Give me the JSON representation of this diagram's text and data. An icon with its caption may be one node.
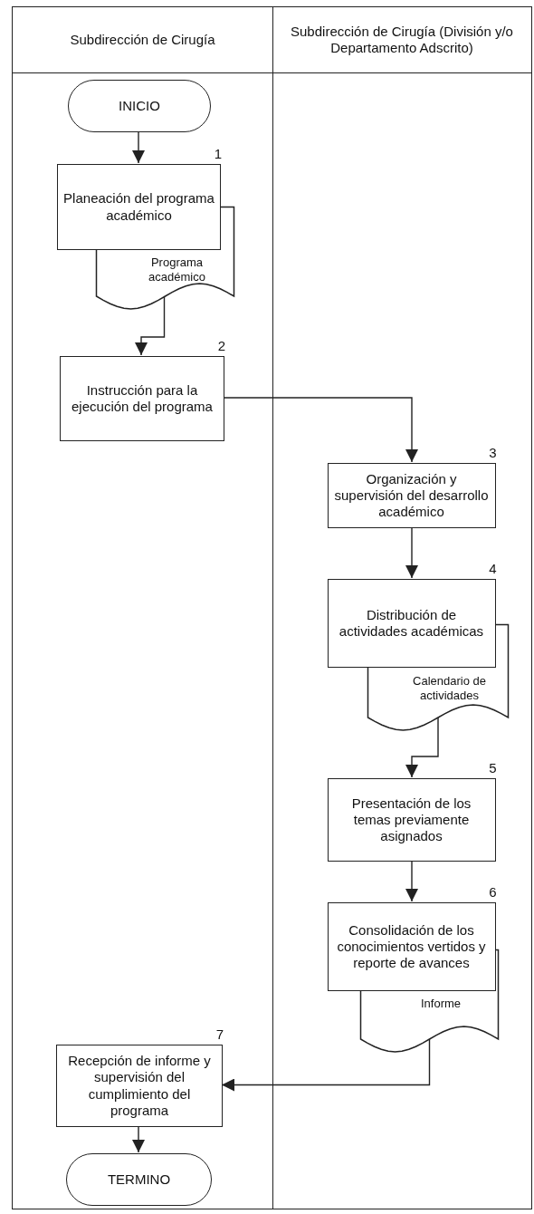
{
  "diagram": {
    "nodes": [
      {
        "text": [
          "Subdirección de Cirugía"
        ]
      },
      {
        "text": [
          "Subdirección de Cirugía (División y/o Departamento Adscrito)"
        ]
      },
      {
        "text": [
          "INICIO"
        ],
        "in": 0
      },
      {
        "text": [
          "Planeación del programa académico"
        ],
        "in": 0,
        "beside": [
          "1"
        ]
      },
      {
        "text": [
          "Programa académico"
        ],
        "in": 0
      },
      {
        "text": [
          "Instrucción para la ejecución del programa"
        ],
        "in": 0,
        "beside": [
          "2"
        ]
      },
      {
        "text": [
          "Organización y supervisión del desarrollo académico"
        ],
        "in": 1,
        "beside": [
          "3"
        ]
      },
      {
        "text": [
          "Distribución de actividades académicas"
        ],
        "in": 1,
        "beside": [
          "4"
        ]
      },
      {
        "text": [
          "Calendario de actividades"
        ],
        "in": 1
      },
      {
        "text": [
          "Presentación de los temas previamente asignados"
        ],
        "in": 1,
        "beside": [
          "5"
        ]
      },
      {
        "text": [
          "Consolidación de los conocimientos vertidos y reporte de avances"
        ],
        "in": 1,
        "beside": [
          "6"
        ]
      },
      {
        "text": [
          "Informe"
        ],
        "in": 1
      },
      {
        "text": [
          "Recepción de informe y supervisión del cumplimiento del programa"
        ],
        "in": 0,
        "beside": [
          "7"
        ]
      },
      {
        "text": [
          "TERMINO"
        ],
        "in": 0
      }
    ],
    "edges": [
      {
        "from": 2,
        "to": 3,
        "arrow": "to"
      },
      {
        "from": 4,
        "to": 5,
        "arrow": "to"
      },
      {
        "from": 5,
        "to": 6,
        "arrow": "to"
      },
      {
        "from": 6,
        "to": 7,
        "arrow": "to"
      },
      {
        "from": 8,
        "to": 9,
        "arrow": "to"
      },
      {
        "from": 9,
        "to": 10,
        "arrow": "to"
      },
      {
        "from": 11,
        "to": 12,
        "arrow": "to"
      },
      {
        "from": 12,
        "to": 13,
        "arrow": "to"
      }
    ]
  }
}
